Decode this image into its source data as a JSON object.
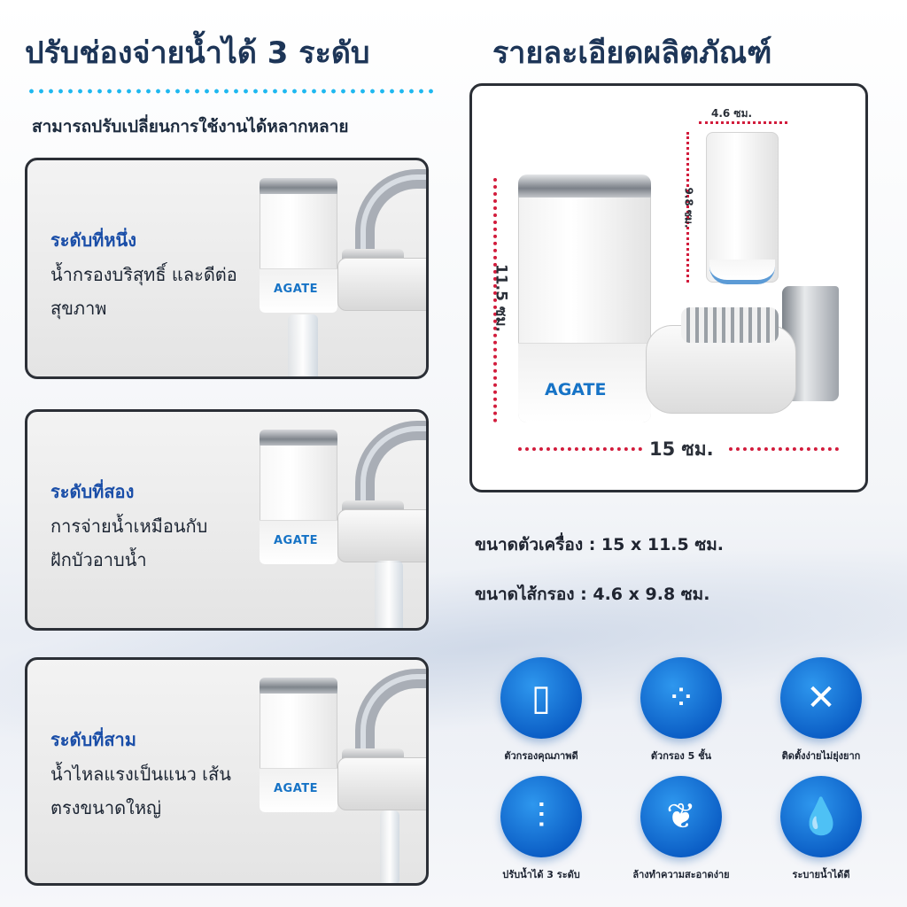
{
  "left": {
    "title": "ปรับช่องจ่ายน้ำได้ 3 ระดับ",
    "subtitle": "สามารถปรับเปลี่ยนการใช้งานได้หลากหลาย",
    "levels": [
      {
        "name": "ระดับที่หนึ่ง",
        "desc": "น้ำกรองบริสุทธิ์ และดีต่อสุขภาพ",
        "brand": "AGATE"
      },
      {
        "name": "ระดับที่สอง",
        "desc": "การจ่ายน้ำเหมือนกับ ฝักบัวอาบน้ำ",
        "brand": "AGATE"
      },
      {
        "name": "ระดับที่สาม",
        "desc": "น้ำไหลแรงเป็นแนว เส้นตรงขนาดใหญ่",
        "brand": "AGATE"
      }
    ]
  },
  "right": {
    "title": "รายละเอียดผลิตภัณฑ์",
    "diagram": {
      "brand": "AGATE",
      "height_label": "11.5 ซม.",
      "width_label": "15 ซม.",
      "cartridge_width_label": "4.6 ซม.",
      "cartridge_height_label": "9.8 ซม."
    },
    "specs": [
      "ขนาดตัวเครื่อง  :  15 x 11.5 ซม.",
      "ขนาดไส้กรอง  :  4.6 x 9.8 ซม."
    ],
    "features": [
      {
        "icon": "filter-cartridge-icon",
        "glyph": "▯",
        "label": "ตัวกรองคุณภาพดี"
      },
      {
        "icon": "filter-layers-icon",
        "glyph": "⁘",
        "label": "ตัวกรอง 5 ชั้น"
      },
      {
        "icon": "tools-icon",
        "glyph": "✕",
        "label": "ติดตั้งง่ายไม่ยุ่งยาก"
      },
      {
        "icon": "water-stream-icon",
        "glyph": "⫶",
        "label": "ปรับน้ำได้ 3 ระดับ"
      },
      {
        "icon": "leaf-drop-icon",
        "glyph": "❦",
        "label": "ล้างทำความสะอาดง่าย"
      },
      {
        "icon": "water-drop-icon",
        "glyph": "💧",
        "label": "ระบายน้ำได้ดี"
      }
    ]
  },
  "colors": {
    "title": "#1d3557",
    "accent_blue": "#0a5cc4",
    "dimension_red": "#d21c3c",
    "brand_blue": "#1673c6"
  }
}
